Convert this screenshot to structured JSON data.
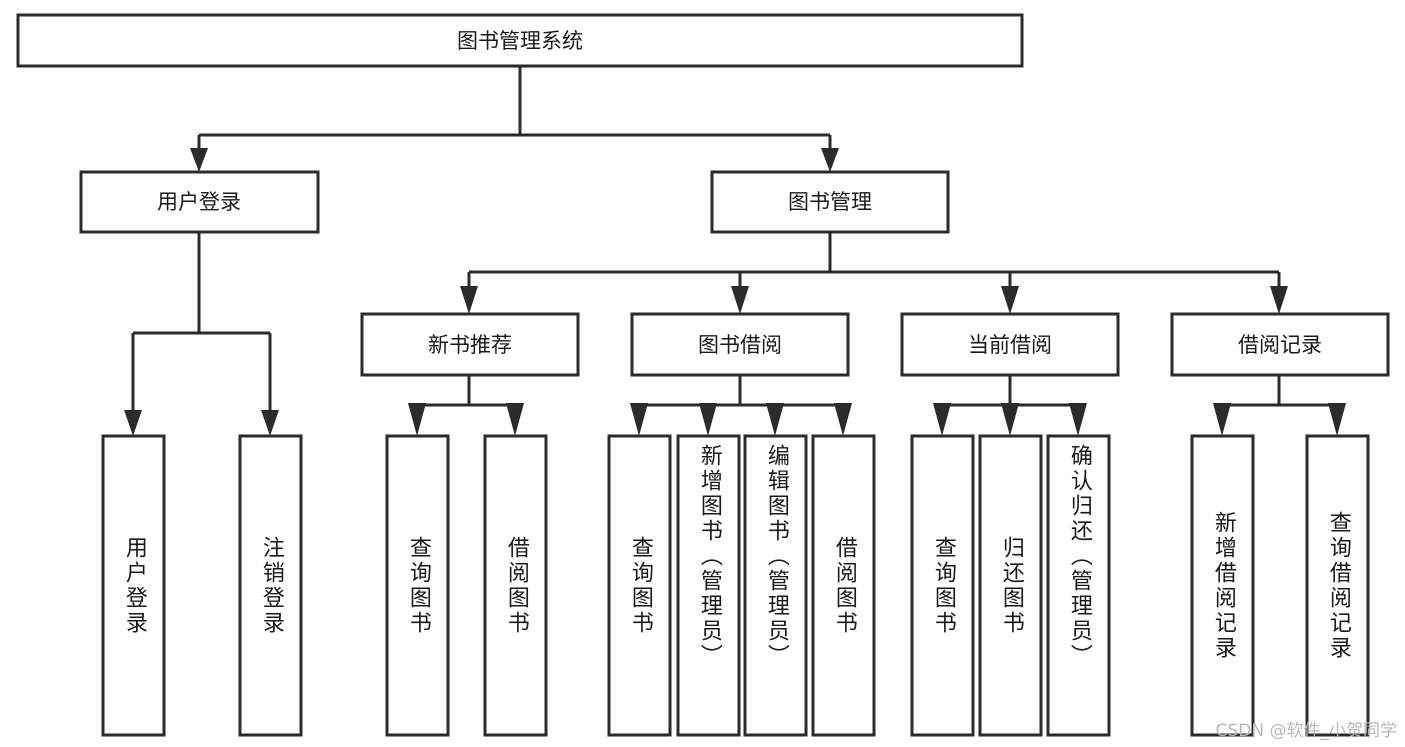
{
  "diagram": {
    "title": "图书管理系统",
    "watermark": "CSDN @软件_小贺同学",
    "colors": {
      "box_stroke": "#2b2b2b",
      "box_fill": "#ffffff",
      "text": "#1a1a1a",
      "connector": "#2b2b2b",
      "watermark": "#b9b9b9",
      "background": "#ffffff"
    },
    "root": {
      "label": "图书管理系统"
    },
    "level2": [
      {
        "label": "用户登录"
      },
      {
        "label": "图书管理"
      }
    ],
    "level3": [
      {
        "label": "新书推荐"
      },
      {
        "label": "图书借阅"
      },
      {
        "label": "当前借阅"
      },
      {
        "label": "借阅记录"
      }
    ],
    "leaves": {
      "user_login": [
        {
          "label": "用户登录"
        },
        {
          "label": "注销登录"
        }
      ],
      "new_book_recommend": [
        {
          "label": "查询图书"
        },
        {
          "label": "借阅图书"
        }
      ],
      "book_borrow": [
        {
          "label": "查询图书"
        },
        {
          "label": "新增图书（管理员）"
        },
        {
          "label": "编辑图书（管理员）"
        },
        {
          "label": "借阅图书"
        }
      ],
      "current_borrow": [
        {
          "label": "查询图书"
        },
        {
          "label": "归还图书"
        },
        {
          "label": "确认归还（管理员）"
        }
      ],
      "borrow_record": [
        {
          "label": "新增借阅记录"
        },
        {
          "label": "查询借阅记录"
        }
      ]
    }
  }
}
